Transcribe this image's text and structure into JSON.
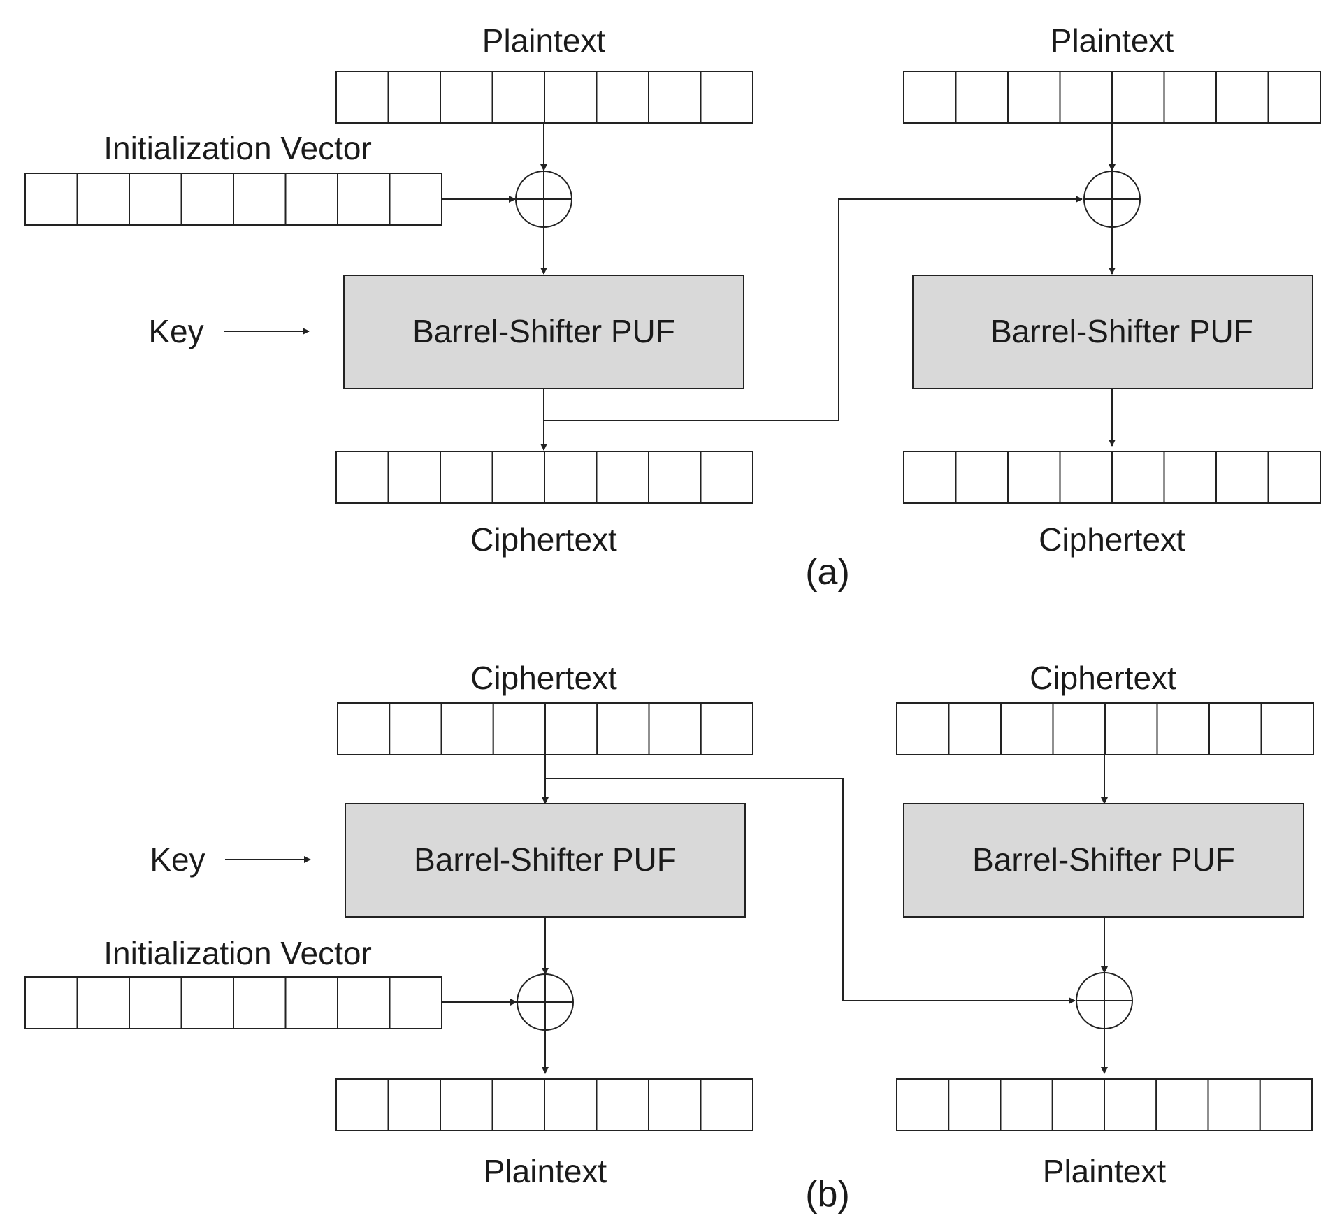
{
  "encryption": {
    "caption": "(a)",
    "left": {
      "plaintext_label": "Plaintext",
      "iv_label": "Initialization Vector",
      "key_label": "Key",
      "puf_label": "Barrel-Shifter PUF",
      "ciphertext_label": "Ciphertext"
    },
    "right": {
      "plaintext_label": "Plaintext",
      "puf_label": "Barrel-Shifter PUF",
      "ciphertext_label": "Ciphertext"
    }
  },
  "decryption": {
    "caption": "(b)",
    "left": {
      "ciphertext_label": "Ciphertext",
      "key_label": "Key",
      "puf_label": "Barrel-Shifter PUF",
      "iv_label": "Initialization Vector",
      "plaintext_label": "Plaintext"
    },
    "right": {
      "ciphertext_label": "Ciphertext",
      "puf_label": "Barrel-Shifter PUF",
      "plaintext_label": "Plaintext"
    }
  },
  "colors": {
    "puf_fill": "#d9d9d9",
    "stroke": "#222222",
    "text": "#1a1a1a"
  }
}
